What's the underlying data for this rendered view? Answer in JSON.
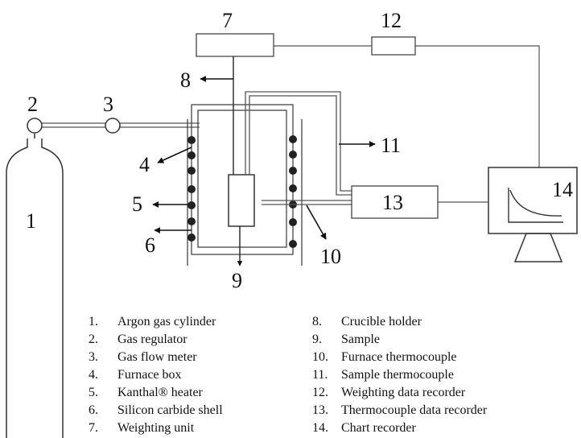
{
  "labels": {
    "n1": "1",
    "n2": "2",
    "n3": "3",
    "n4": "4",
    "n5": "5",
    "n6": "6",
    "n7": "7",
    "n8": "8",
    "n9": "9",
    "n10": "10",
    "n11": "11",
    "n12": "12",
    "n13": "13",
    "n14": "14"
  },
  "legend": [
    {
      "num": "1.",
      "text": "Argon gas cylinder"
    },
    {
      "num": "2.",
      "text": "Gas regulator"
    },
    {
      "num": "3.",
      "text": "Gas flow meter"
    },
    {
      "num": "4.",
      "text": "Furnace box"
    },
    {
      "num": "5.",
      "text": "Kanthal® heater"
    },
    {
      "num": "6.",
      "text": "Silicon carbide shell"
    },
    {
      "num": "7.",
      "text": "Weighting unit"
    },
    {
      "num": "8.",
      "text": "Crucible holder"
    },
    {
      "num": "9.",
      "text": "Sample"
    },
    {
      "num": "10.",
      "text": "Furnace thermocouple"
    },
    {
      "num": "11.",
      "text": "Sample thermocouple"
    },
    {
      "num": "12.",
      "text": "Weighting data recorder"
    },
    {
      "num": "13.",
      "text": "Thermocouple data recorder"
    },
    {
      "num": "14.",
      "text": "Chart recorder"
    }
  ],
  "colors": {
    "line": "#333333",
    "heater": "#222222"
  }
}
